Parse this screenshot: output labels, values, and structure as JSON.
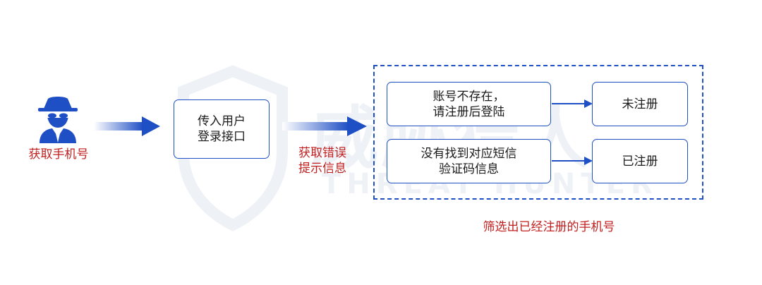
{
  "watermark": {
    "cn": "威胁猎人",
    "en": "THREAT HUNTER"
  },
  "source": {
    "label": "获取手机号"
  },
  "login_box": {
    "line1": "传入用户",
    "line2": "登录接口"
  },
  "middle_label": {
    "line1": "获取错误",
    "line2": "提示信息"
  },
  "filter_group": {
    "caption": "筛选出已经注册的手机号",
    "rows": [
      {
        "left_line1": "账号不存在，",
        "left_line2": "请注册后登陆",
        "result": "未注册"
      },
      {
        "left_line1": "没有找到对应短信",
        "left_line2": "验证码信息",
        "result": "已注册"
      }
    ]
  },
  "colors": {
    "accent": "#1f4fc4",
    "arrow_gradient_start": "#e8eefc",
    "arrow_gradient_end": "#1f4fc4",
    "label_red": "#c21f1f"
  }
}
